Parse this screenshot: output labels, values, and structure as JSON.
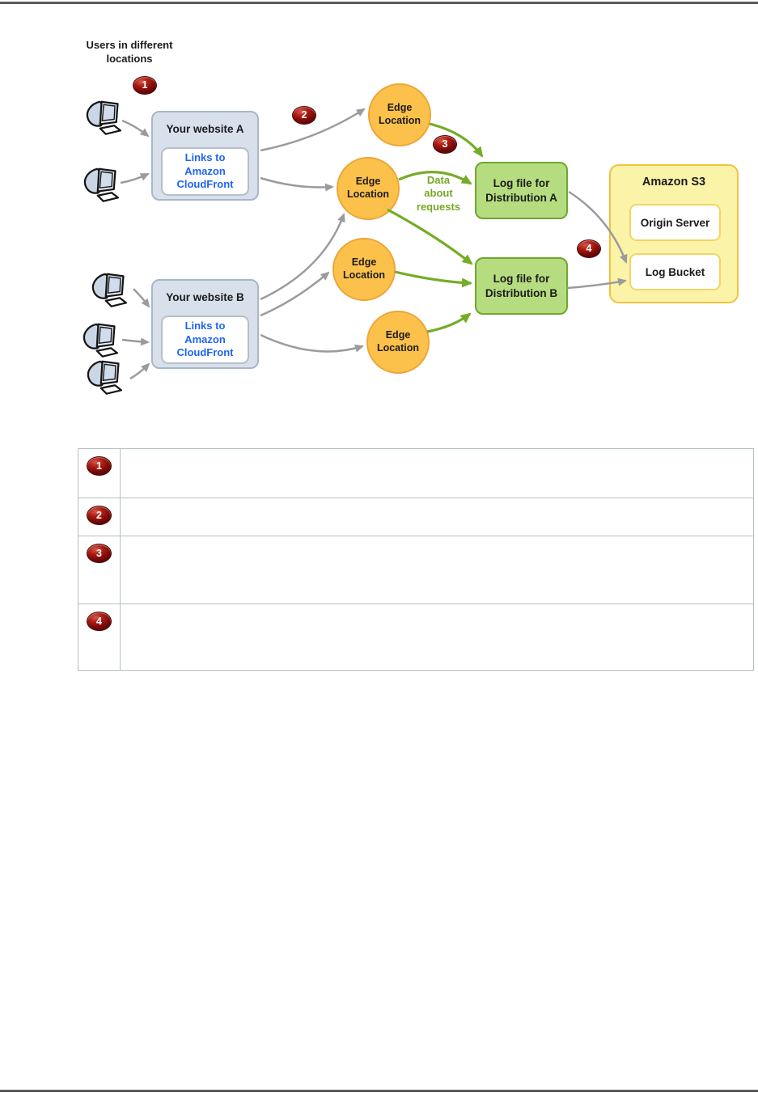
{
  "diagram": {
    "users_label": "Users in different\nlocations",
    "steps": [
      "1",
      "2",
      "3",
      "4"
    ],
    "website_a": {
      "title": "Your website A",
      "link_text": "Links to\nAmazon\nCloudFront"
    },
    "website_b": {
      "title": "Your website B",
      "link_text": "Links to\nAmazon\nCloudFront"
    },
    "edge_location_label": "Edge\nLocation",
    "data_about_requests": "Data\nabout\nrequests",
    "log_file_a": "Log file for\nDistribution A",
    "log_file_b": "Log file for\nDistribution B",
    "amazon_s3": {
      "title": "Amazon S3",
      "origin_server": "Origin Server",
      "log_bucket": "Log Bucket"
    },
    "flows": {
      "gray_arrows": [
        {
          "from": "users",
          "to": "website-a"
        },
        {
          "from": "users",
          "to": "website-b"
        },
        {
          "from": "website-a",
          "to": "edge-location-1"
        },
        {
          "from": "website-a",
          "to": "edge-location-2"
        },
        {
          "from": "website-b",
          "to": "edge-location-2"
        },
        {
          "from": "website-b",
          "to": "edge-location-3"
        },
        {
          "from": "website-b",
          "to": "edge-location-4"
        },
        {
          "from": "log-file-distribution-a",
          "to": "log-bucket"
        },
        {
          "from": "log-file-distribution-b",
          "to": "log-bucket"
        }
      ],
      "green_arrows": [
        {
          "from": "edge-location-1",
          "to": "log-file-distribution-a"
        },
        {
          "from": "edge-location-2",
          "to": "log-file-distribution-a",
          "label": "Data about requests"
        },
        {
          "from": "edge-location-2",
          "to": "log-file-distribution-b"
        },
        {
          "from": "edge-location-3",
          "to": "log-file-distribution-b"
        },
        {
          "from": "edge-location-4",
          "to": "log-file-distribution-b"
        }
      ]
    },
    "colors": {
      "badge": "#8a0e0b",
      "website_box_fill": "#d8e0ec",
      "website_box_border": "#a9b6c9",
      "link_text_blue": "#2065ef",
      "edge_circle_fill": "#fcc14b",
      "edge_circle_border": "#eda53a",
      "log_box_fill": "#b6dc80",
      "log_box_border": "#6fa62e",
      "s3_fill": "#fbf3a8",
      "s3_border": "#efc33f",
      "green_arrow": "#74ac27",
      "gray_arrow": "#9b9b9b",
      "table_border": "#b5c1c3"
    }
  },
  "table": {
    "rows": [
      {
        "num": "1",
        "description": ""
      },
      {
        "num": "2",
        "description": ""
      },
      {
        "num": "3",
        "description": ""
      },
      {
        "num": "4",
        "description": ""
      }
    ]
  }
}
